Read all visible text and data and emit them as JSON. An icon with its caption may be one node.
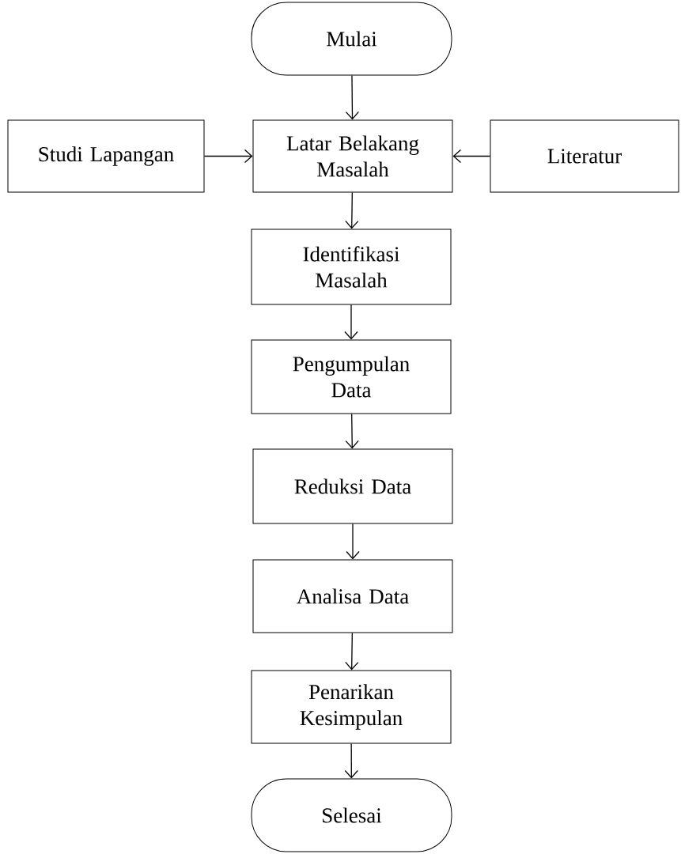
{
  "diagram": {
    "nodes": [
      {
        "text": [
          "Mulai"
        ]
      },
      {
        "text": [
          "Studi Lapangan"
        ]
      },
      {
        "text": [
          "Latar Belakang Masalah"
        ]
      },
      {
        "text": [
          "Literatur"
        ]
      },
      {
        "text": [
          "Identifikasi Masalah"
        ]
      },
      {
        "text": [
          "Pengumpulan Data"
        ]
      },
      {
        "text": [
          "Reduksi Data"
        ]
      },
      {
        "text": [
          "Analisa Data"
        ]
      },
      {
        "text": [
          "Penarikan Kesimpulan"
        ]
      },
      {
        "text": [
          "Selesai"
        ]
      }
    ],
    "edges": [
      {
        "from": 0,
        "to": 2,
        "arrow": "to"
      },
      {
        "from": 1,
        "to": 2,
        "arrow": "to"
      },
      {
        "from": 3,
        "to": 2,
        "arrow": "to"
      },
      {
        "from": 2,
        "to": 4,
        "arrow": "to"
      },
      {
        "from": 4,
        "to": 5,
        "arrow": "to"
      },
      {
        "from": 5,
        "to": 6,
        "arrow": "to"
      },
      {
        "from": 6,
        "to": 7,
        "arrow": "to"
      },
      {
        "from": 7,
        "to": 8,
        "arrow": "to"
      },
      {
        "from": 8,
        "to": 9,
        "arrow": "to"
      }
    ]
  }
}
